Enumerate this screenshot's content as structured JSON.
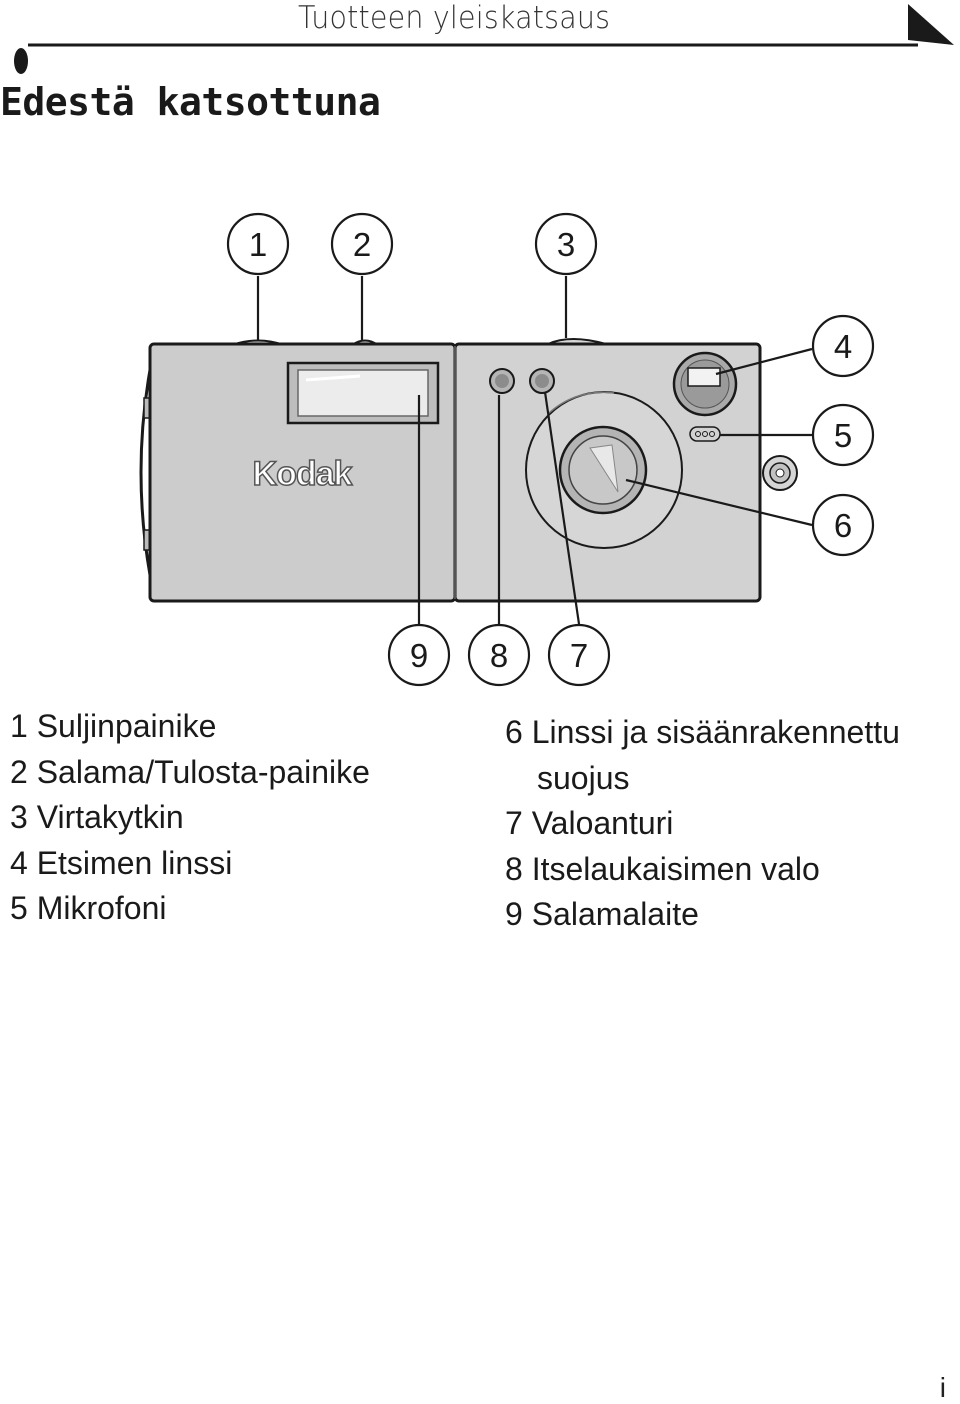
{
  "header": {
    "running_head": "Tuotteen yleiskatsaus",
    "section_title": "Edestä katsottuna"
  },
  "figure": {
    "brand_label": "Kodak",
    "callouts": [
      "1",
      "2",
      "3",
      "4",
      "5",
      "6",
      "7",
      "8",
      "9"
    ]
  },
  "legend": {
    "left": [
      {
        "num": "1",
        "text": "Suljinpainike"
      },
      {
        "num": "2",
        "text": "Salama/Tulosta-painike"
      },
      {
        "num": "3",
        "text": "Virtakytkin"
      },
      {
        "num": "4",
        "text": "Etsimen linssi"
      },
      {
        "num": "5",
        "text": "Mikrofoni"
      }
    ],
    "right": [
      {
        "num": "6",
        "text": "Linssi ja sisäänrakennettu",
        "continuation": "suojus"
      },
      {
        "num": "7",
        "text": "Valoanturi"
      },
      {
        "num": "8",
        "text": "Itselaukaisimen valo"
      },
      {
        "num": "9",
        "text": "Salamalaite"
      }
    ]
  },
  "footer": {
    "page_number": "i"
  }
}
